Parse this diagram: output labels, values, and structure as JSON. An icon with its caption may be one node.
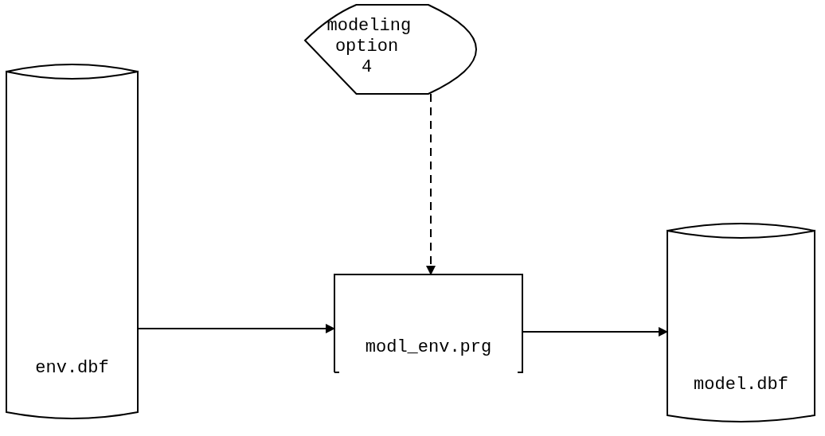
{
  "diagram": {
    "nodes": [
      {
        "text": [
          "modeling option 4"
        ]
      },
      {
        "text": [
          "env.dbf"
        ]
      },
      {
        "text": [
          "modl_env.prg"
        ]
      },
      {
        "text": [
          "model.dbf"
        ]
      }
    ],
    "edges": [
      {
        "from": 0,
        "to": 2,
        "arrow": "to",
        "style": "dashed"
      },
      {
        "from": 1,
        "to": 2,
        "arrow": "to"
      },
      {
        "from": 2,
        "to": 3,
        "arrow": "to"
      }
    ]
  }
}
